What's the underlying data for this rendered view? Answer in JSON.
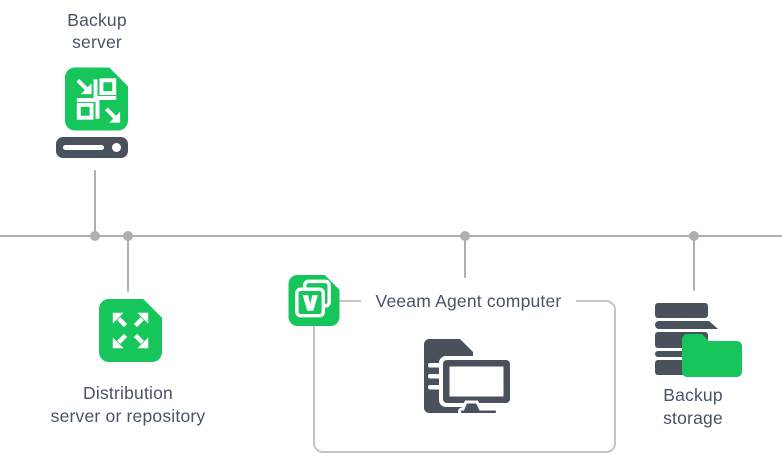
{
  "colors": {
    "green": "#17c65b",
    "slate": "#48515c",
    "text": "#475368",
    "line": "#adafb1",
    "box_border": "#c2c4c6",
    "background": "#ffffff"
  },
  "nodes": {
    "backup_server": {
      "label_lines": [
        "Backup",
        "server"
      ],
      "icon": "backup-server-icon",
      "sub_icon": "server-drive-icon"
    },
    "distribution": {
      "label_lines": [
        "Distribution",
        "server or repository"
      ],
      "icon": "distribution-server-icon"
    },
    "veeam_agent": {
      "title": "Veeam Agent computer",
      "badge_icon": "veeam-agent-badge-icon",
      "computer_icon": "agent-computer-icon"
    },
    "backup_storage": {
      "label_lines": [
        "Backup",
        "storage"
      ],
      "icon": "backup-storage-icon"
    }
  }
}
